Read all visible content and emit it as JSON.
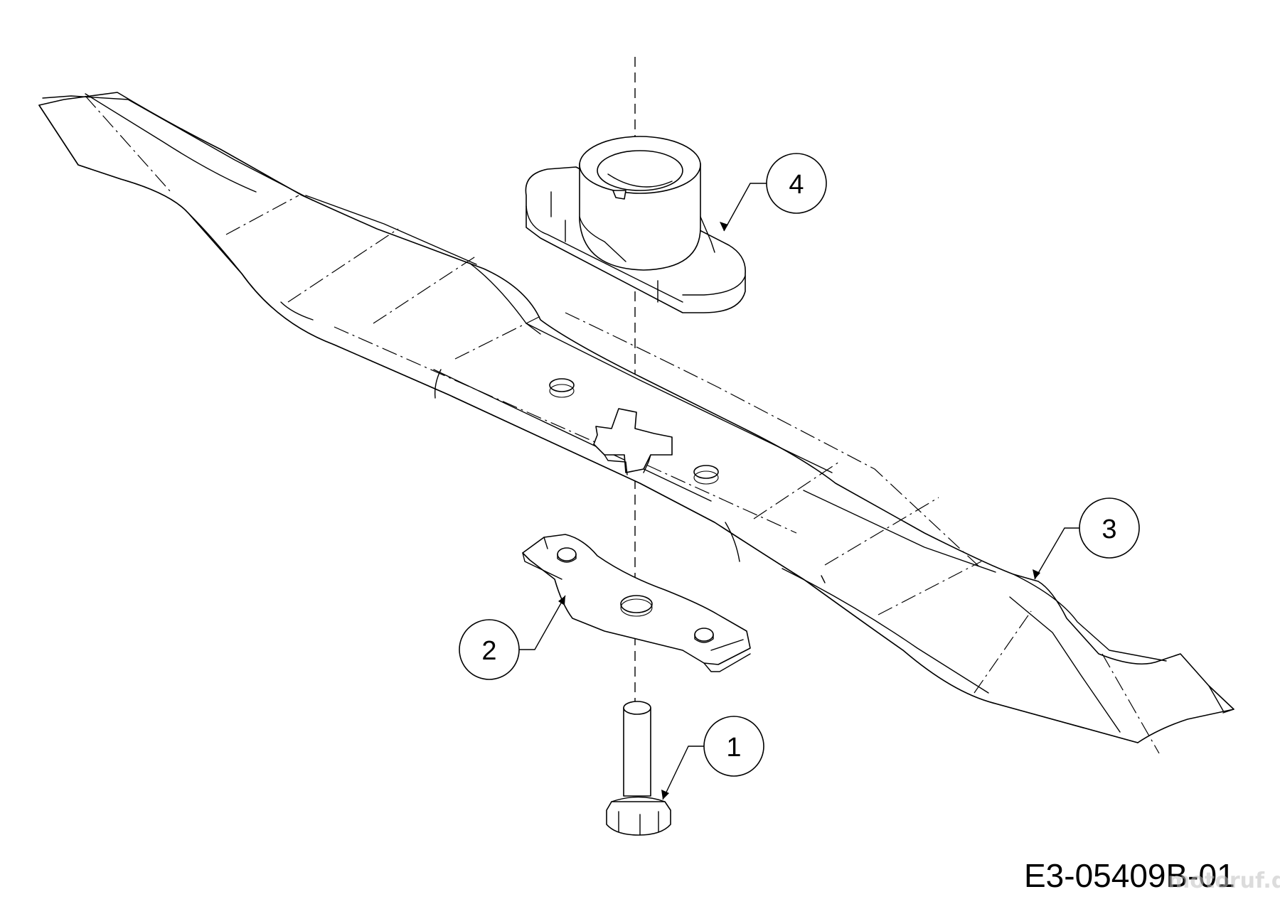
{
  "diagram": {
    "callouts": [
      {
        "id": "1",
        "label": "1"
      },
      {
        "id": "2",
        "label": "2"
      },
      {
        "id": "3",
        "label": "3"
      },
      {
        "id": "4",
        "label": "4"
      }
    ],
    "drawing_code": "E3-05409B-01",
    "watermark": "motoruf.de"
  }
}
